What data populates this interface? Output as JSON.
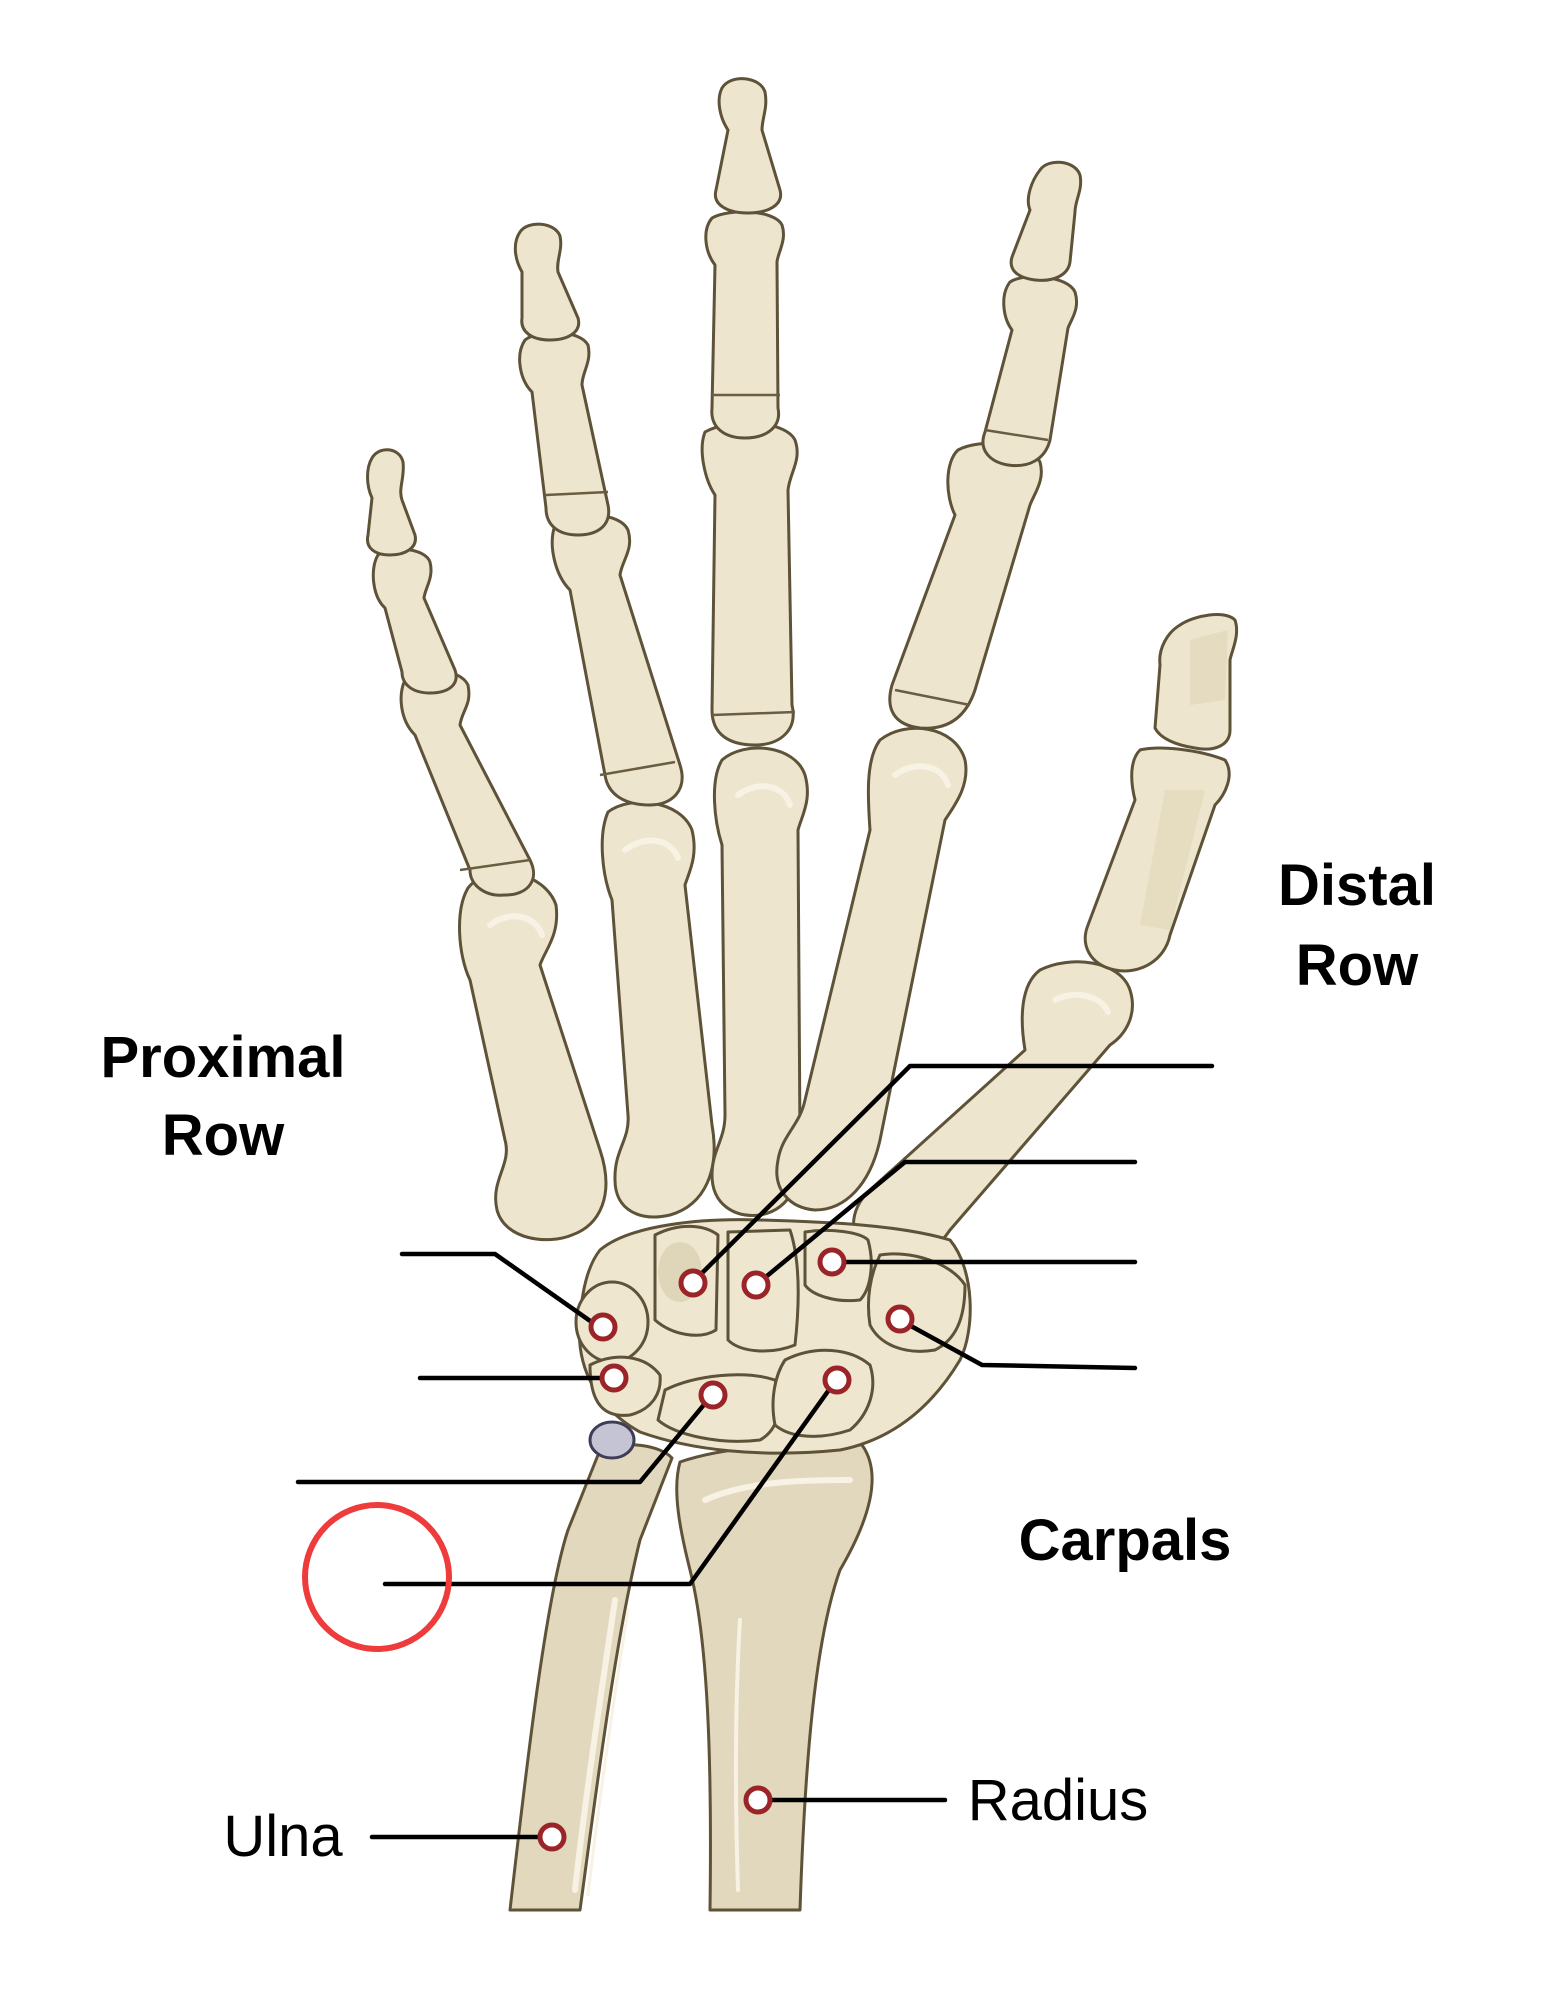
{
  "labels": {
    "distal_row_line1": "Distal",
    "distal_row_line2": "Row",
    "proximal_row_line1": "Proximal",
    "proximal_row_line2": "Row",
    "carpals": "Carpals",
    "ulna": "Ulna",
    "radius": "Radius"
  },
  "colors": {
    "bone_fill": "#ede5cd",
    "bone_outline": "#5e5238",
    "marker_outline": "#9b2428",
    "highlight_circle": "#ee3b3b",
    "leader_line": "#000000"
  }
}
